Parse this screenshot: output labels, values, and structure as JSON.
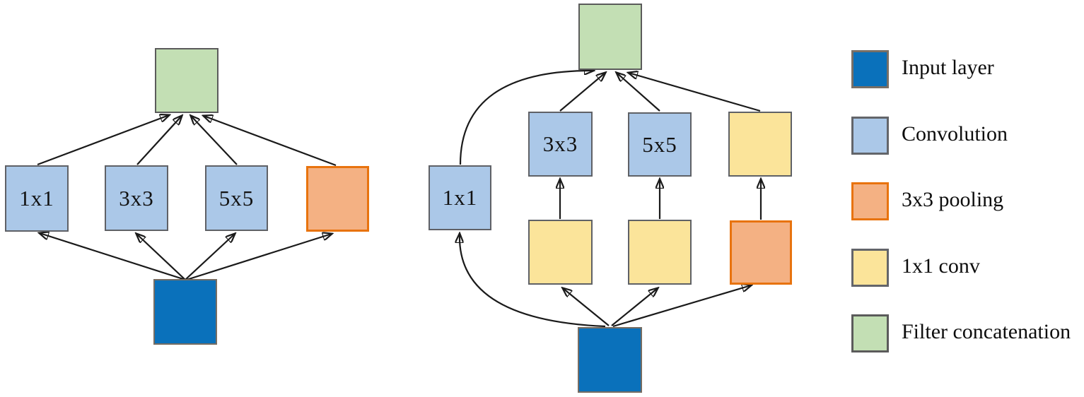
{
  "colors": {
    "input_layer": "#0A71BB",
    "convolution": "#ABC8E8",
    "pooling_fill": "#F4B183",
    "pooling_border": "#E8730E",
    "conv_1x1_yellow": "#FBE49A",
    "filter_concatenation": "#C3DFB4",
    "arrow": "#1A1A1A"
  },
  "diagrams": {
    "left": {
      "nodes": [
        {
          "id": "l-input",
          "role": "Input layer",
          "label": ""
        },
        {
          "id": "l-1x1",
          "role": "Convolution",
          "label": "1x1"
        },
        {
          "id": "l-3x3",
          "role": "Convolution",
          "label": "3x3"
        },
        {
          "id": "l-5x5",
          "role": "Convolution",
          "label": "5x5"
        },
        {
          "id": "l-pool",
          "role": "3x3 pooling",
          "label": ""
        },
        {
          "id": "l-concat",
          "role": "Filter concatenation",
          "label": ""
        }
      ],
      "edges": [
        [
          "l-input",
          "l-1x1"
        ],
        [
          "l-input",
          "l-3x3"
        ],
        [
          "l-input",
          "l-5x5"
        ],
        [
          "l-input",
          "l-pool"
        ],
        [
          "l-1x1",
          "l-concat"
        ],
        [
          "l-3x3",
          "l-concat"
        ],
        [
          "l-5x5",
          "l-concat"
        ],
        [
          "l-pool",
          "l-concat"
        ]
      ]
    },
    "right": {
      "nodes": [
        {
          "id": "r-input",
          "role": "Input layer",
          "label": ""
        },
        {
          "id": "r-1x1",
          "role": "Convolution",
          "label": "1x1"
        },
        {
          "id": "r-3x3",
          "role": "Convolution",
          "label": "3x3"
        },
        {
          "id": "r-5x5",
          "role": "Convolution",
          "label": "5x5"
        },
        {
          "id": "r-1x1conv-top",
          "role": "1x1 conv",
          "label": ""
        },
        {
          "id": "r-1x1conv-a",
          "role": "1x1 conv",
          "label": ""
        },
        {
          "id": "r-1x1conv-b",
          "role": "1x1 conv",
          "label": ""
        },
        {
          "id": "r-pool",
          "role": "3x3 pooling",
          "label": ""
        },
        {
          "id": "r-concat",
          "role": "Filter concatenation",
          "label": ""
        }
      ],
      "edges": [
        [
          "r-input",
          "r-1x1"
        ],
        [
          "r-input",
          "r-1x1conv-a"
        ],
        [
          "r-input",
          "r-1x1conv-b"
        ],
        [
          "r-input",
          "r-pool"
        ],
        [
          "r-1x1conv-a",
          "r-3x3"
        ],
        [
          "r-1x1conv-b",
          "r-5x5"
        ],
        [
          "r-pool",
          "r-1x1conv-top"
        ],
        [
          "r-1x1",
          "r-concat"
        ],
        [
          "r-3x3",
          "r-concat"
        ],
        [
          "r-5x5",
          "r-concat"
        ],
        [
          "r-1x1conv-top",
          "r-concat"
        ]
      ]
    }
  },
  "legend": {
    "items": [
      {
        "label": "Input layer",
        "color": "#0A71BB"
      },
      {
        "label": "Convolution",
        "color": "#ABC8E8"
      },
      {
        "label": "3x3 pooling",
        "color": "#F4B183"
      },
      {
        "label": "1x1 conv",
        "color": "#FBE49A"
      },
      {
        "label": "Filter concatenation",
        "color": "#C3DFB4"
      }
    ]
  }
}
